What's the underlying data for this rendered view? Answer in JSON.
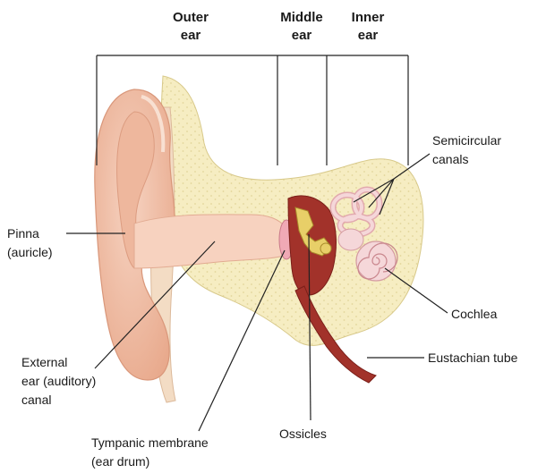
{
  "headers": {
    "outer": [
      "Outer",
      "ear"
    ],
    "middle": [
      "Middle",
      "ear"
    ],
    "inner": [
      "Inner",
      "ear"
    ]
  },
  "labels": {
    "pinna": [
      "Pinna",
      "(auricle)"
    ],
    "external_canal": [
      "External",
      "ear (auditory)",
      "canal"
    ],
    "tympanic": [
      "Tympanic membrane",
      "(ear drum)"
    ],
    "ossicles": "Ossicles",
    "semicircular": [
      "Semicircular",
      "canals"
    ],
    "cochlea": "Cochlea",
    "eustachian": "Eustachian tube"
  },
  "colors": {
    "skin": "#f2c3ab",
    "skin_dark": "#e4a184",
    "bone": "#f6edc2",
    "bone_dots": "#e2d59a",
    "canal": "#f7d2bf",
    "middle_cavity": "#a2322a",
    "inner_ear": "#f5d7d9",
    "ossicle": "#e8cf68"
  }
}
